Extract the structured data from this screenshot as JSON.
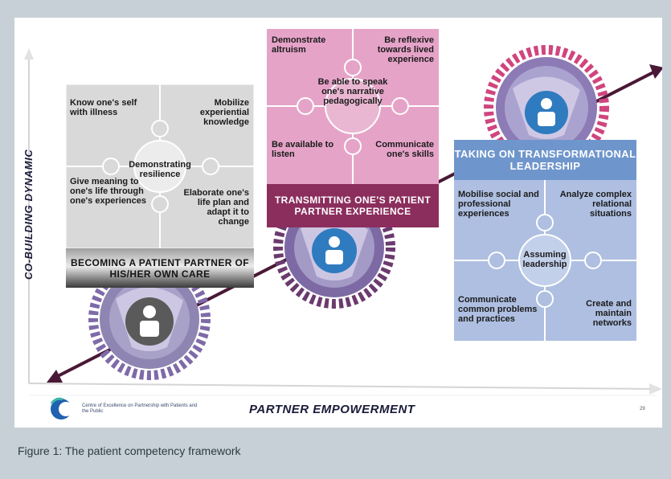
{
  "axes": {
    "y_label": "CO-BUILDING DYNAMIC",
    "x_label": "PARTNER EMPOWERMENT"
  },
  "stage1": {
    "banner": "BECOMING A PATIENT PARTNER OF HIS/HER OWN CARE",
    "center": "Demonstrating resilience",
    "top_left": "Know one's self with illness",
    "top_right": "Mobilize experiential knowledge",
    "bottom_left": "Give meaning to one's life through one's experiences",
    "bottom_right": "Elaborate one's life plan and adapt it to change"
  },
  "stage2": {
    "banner": "TRANSMITTING ONE'S PATIENT PARTNER EXPERIENCE",
    "center": "Be able to speak one's narrative pedagogically",
    "top_left": "Demonstrate altruism",
    "top_right": "Be reflexive towards lived experience",
    "bottom_left": "Be available to listen",
    "bottom_right": "Communicate one's skills"
  },
  "stage3": {
    "banner": "TAKING ON TRANSFORMATIONAL LEADERSHIP",
    "center": "Assuming leadership",
    "top_left": "Mobilise social and professional experiences",
    "top_right": "Analyze complex relational situations",
    "bottom_left": "Communicate common problems and practices",
    "bottom_right": "Create and maintain networks"
  },
  "footer": {
    "org_name": "Centre of Excellence on Partnership with Patients and the Public",
    "page_number": "29"
  },
  "caption": "Figure 1: The patient competency framework",
  "colors": {
    "page_background": "#c6d0d6",
    "arrow": "#4a1836",
    "gear_purple": "#7e6aa8",
    "gear_pink": "#d0457e",
    "stage1_puzzle": "#d9d9d9",
    "stage2_puzzle": "#e6a3c8",
    "stage2_banner": "#8b2e5d",
    "stage3_puzzle": "#aebfe1",
    "stage3_banner": "#6f96cc",
    "avatar_circle": "#2f7bbf"
  },
  "icons": [
    "gear-icon",
    "person-icon",
    "puzzle-piece",
    "arrow-icon",
    "logo-icon"
  ]
}
